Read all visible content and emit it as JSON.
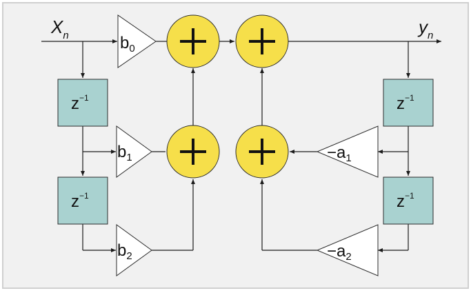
{
  "diagram": {
    "colors": {
      "background": "#f1f1f1",
      "frame": "#cfcfcf",
      "delay_fill": "#a9d2d0",
      "adder_fill": "#f6df4a",
      "line": "#1a1a1a"
    },
    "input_signal": {
      "symbol": "X",
      "subscript": "n"
    },
    "output_signal": {
      "symbol": "y",
      "subscript": "n"
    },
    "delay_label": {
      "base": "z",
      "exponent": "−1"
    },
    "feedforward_gains": [
      {
        "base": "b",
        "subscript": "0"
      },
      {
        "base": "b",
        "subscript": "1"
      },
      {
        "base": "b",
        "subscript": "2"
      }
    ],
    "feedback_gains": [
      {
        "base": "−a",
        "subscript": "1"
      },
      {
        "base": "−a",
        "subscript": "2"
      }
    ],
    "adder_symbol": "plus"
  }
}
